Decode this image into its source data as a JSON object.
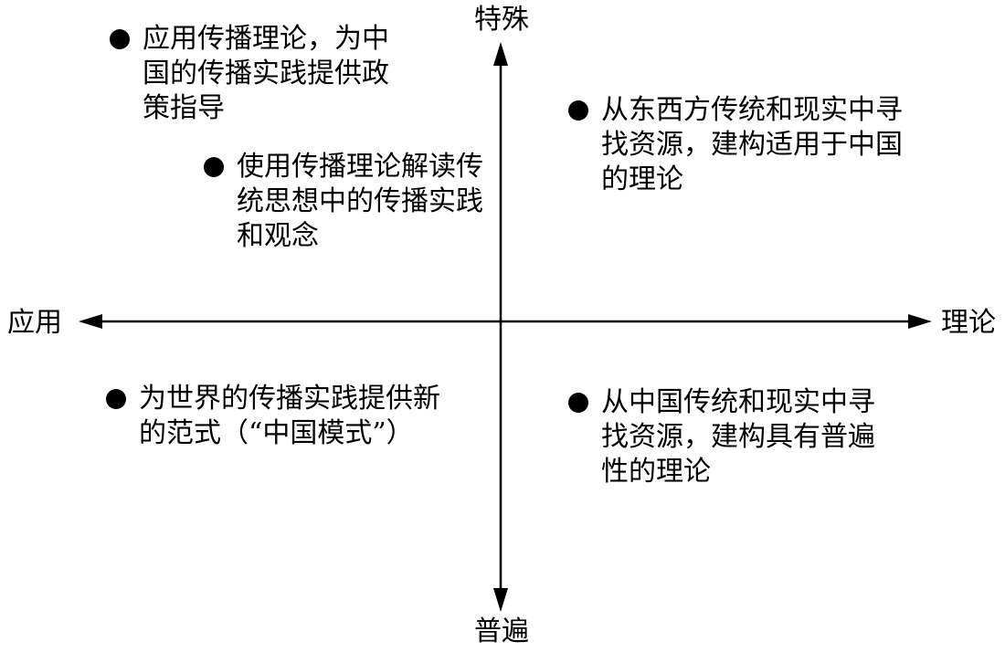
{
  "axes": {
    "top": "特殊",
    "bottom": "普遍",
    "left": "应用",
    "right": "理论"
  },
  "quadrants": [
    "应用传播理论，为中国的传播实践提供政策指导",
    "使用传播理论解读传统思想中的传播实践和观念",
    "从东西方传统和现实中寻找资源，建构适用于中国的理论",
    "为世界的传播实践提供新的范式（“中国模式”）",
    "从中国传统和现实中寻找资源，建构具有普遍性的理论"
  ]
}
